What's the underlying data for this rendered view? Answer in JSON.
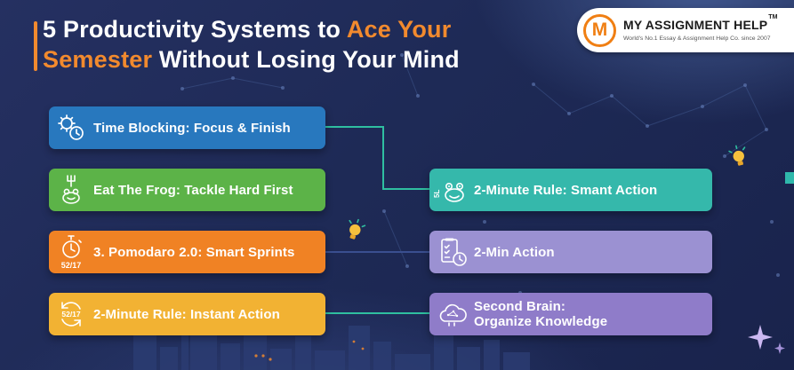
{
  "title": {
    "part1": "5 Productivity Systems to ",
    "part2": "Ace Your",
    "part3": "Semester",
    "part4": " Without Losing Your Mind"
  },
  "logo": {
    "monogram": "M",
    "name": "MY ASSIGNMENT HELP",
    "tm": "TM",
    "tagline": "World's No.1 Essay & Assignment Help Co. since 2007"
  },
  "left_items": [
    {
      "label": "Time Blocking: Focus & Finish",
      "icon": "brain-gear-clock-icon",
      "color": "#2878be"
    },
    {
      "label": "Eat The Frog: Tackle Hard First",
      "icon": "fork-frog-icon",
      "color": "#5cb348"
    },
    {
      "label": "3. Pomodaro 2.0: Smart Sprints",
      "icon": "stopwatch-icon",
      "icon_text": "52/17",
      "color": "#f08224"
    },
    {
      "label": "2-Minute Rule: Instant Action",
      "icon": "cycle-timer-icon",
      "icon_text": "52/17",
      "color": "#f2b233"
    }
  ],
  "right_items": [
    {
      "label": "2-Minute Rule: Smant Action",
      "icon": "frog-icon",
      "icon_text": "5L",
      "color": "#35b8ab"
    },
    {
      "label": "2-Min  Action",
      "icon": "checklist-clock-icon",
      "color": "#9b91d2"
    },
    {
      "label_line1": "Second Brain:",
      "label_line2": "Organize Knowledge",
      "icon": "cloud-brain-icon",
      "color": "#8f7cc9"
    }
  ],
  "colors": {
    "background": "#1e2a56",
    "accent_orange": "#f28a2e",
    "connector_teal": "#2fbfa0"
  }
}
